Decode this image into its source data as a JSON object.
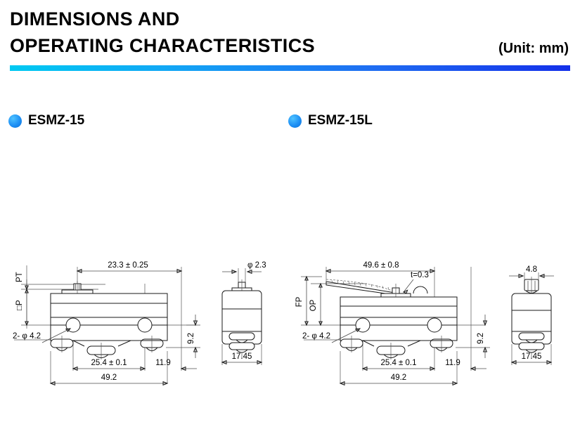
{
  "header": {
    "title_line1": "DIMENSIONS AND",
    "title_line2": "OPERATING CHARACTERISTICS",
    "unit_note": "(Unit: mm)",
    "accent_start": "#00c9f2",
    "accent_end": "#1330ea"
  },
  "sections": [
    {
      "id": "esmz15",
      "name": "ESMZ-15",
      "bullet_color": "#1e90f5"
    },
    {
      "id": "esmz15l",
      "name": "ESMZ-15L",
      "bullet_color": "#1e90f5"
    }
  ],
  "drawings": {
    "esmz15": {
      "front_view": {
        "plunger_travel_label": "PT",
        "free_position_label": "□P",
        "top_dim": "23.3 ± 0.25",
        "hole_callout": "2- φ 4.2",
        "mount_hole_pitch": "25.4 ± 0.1",
        "right_offset": "11.9",
        "overall_length": "49.2",
        "hole_height": "9.2"
      },
      "side_view": {
        "plunger_dia": "φ 2.3",
        "width": "17.45"
      }
    },
    "esmz15l": {
      "front_view": {
        "free_position_label": "FP",
        "operating_position_label": "OP",
        "lever_length": "49.6 ± 0.8",
        "lever_thickness": "t=0.3",
        "hole_callout": "2- φ 4.2",
        "mount_hole_pitch": "25.4 ± 0.1",
        "right_offset": "11.9",
        "overall_length": "49.2",
        "hole_height": "9.2"
      },
      "side_view": {
        "lever_width": "4.8",
        "width": "17.45"
      }
    }
  }
}
